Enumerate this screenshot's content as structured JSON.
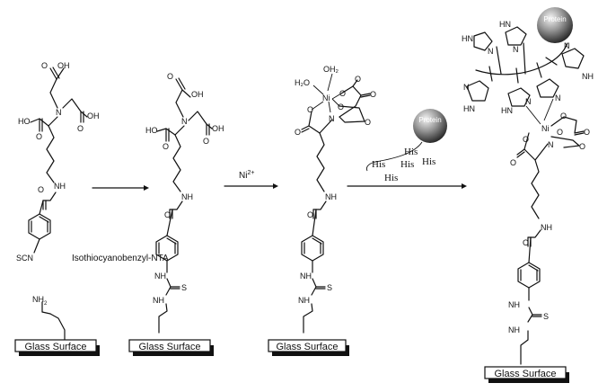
{
  "labels": {
    "isothiocyanobenzyl_nta": "Isothiocyanobenzyl-NTA",
    "glass_surface": "Glass Surface",
    "nickel_ion": "Ni",
    "nickel_charge": "2+",
    "protein": "Protein",
    "his": "His"
  },
  "atoms": {
    "OH": "OH",
    "HO": "HO",
    "O": "O",
    "N": "N",
    "NH": "NH",
    "HN": "HN",
    "NH2": "NH",
    "sub2": "2",
    "SCN": "SCN",
    "S": "S",
    "Ni": "Ni",
    "H2O": "H₂O",
    "OH2": "OH₂"
  },
  "colors": {
    "ink": "#111111",
    "protein_light": "#f4f4f4",
    "protein_dark": "#2a2a2a",
    "background": "#ffffff"
  }
}
